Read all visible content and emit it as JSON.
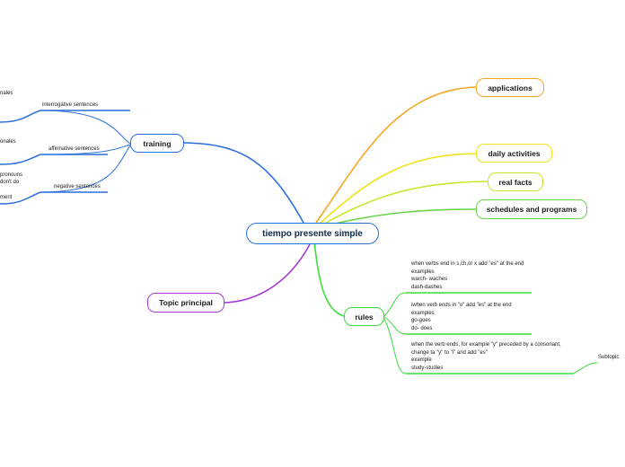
{
  "central": {
    "label": "tiempo presente simple"
  },
  "main_topics": {
    "applications": "applications",
    "daily_activities": "daily activities",
    "real_facts": "real facts",
    "schedules": "schedules and programs",
    "training": "training",
    "rules": "rules",
    "topic_principal": "Topic principal"
  },
  "training": {
    "interrogative": "interrogative sentences",
    "affirmative": "affirmative sentences",
    "negative": "negative sentences",
    "cut_text": {
      "t1": "nales",
      "t2": "onales",
      "t3": "pronouns",
      "t4": "don't do",
      "t5": "ment"
    }
  },
  "rules": {
    "rule1": [
      "when verbs end in s,ch,or x add \"es\" at the end",
      "examples",
      "warch- waches",
      "dash-dashes"
    ],
    "rule2": [
      "iwhen verb ends in \"o\" add \"es\" at the end",
      "examples",
      "go-goes",
      "do- does"
    ],
    "rule3": [
      "when the verb ends, for example \"y\" preceded by a consonant,",
      "change ta \"y\" to \"i\" and add \"es\"",
      "example",
      "study-studies"
    ],
    "subtopic": "Subtopic"
  },
  "colors": {
    "central": "#2a6fdb",
    "applications": "#f5a623",
    "daily_activities": "#f0e31a",
    "real_facts": "#c8e62b",
    "schedules": "#6bd44a",
    "rules": "#3ddc3d",
    "topic_principal": "#a23bd1",
    "training": "#2a6fdb"
  }
}
